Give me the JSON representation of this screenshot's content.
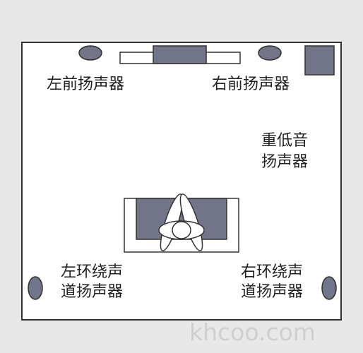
{
  "diagram": {
    "labels": {
      "front_left": "左前扬声器",
      "front_right": "右前扬声器",
      "subwoofer_line1": "重低音",
      "subwoofer_line2": "扬声器",
      "surround_left_line1": "左环绕声",
      "surround_left_line2": "道扬声器",
      "surround_right_line1": "右环绕声",
      "surround_right_line2": "道扬声器"
    },
    "colors": {
      "background": "#e8e8e8",
      "room_fill": "#ffffff",
      "outline": "#333333",
      "speaker_fill": "#727487",
      "tv_fill": "#727487"
    }
  },
  "watermark": "khcoo.com"
}
